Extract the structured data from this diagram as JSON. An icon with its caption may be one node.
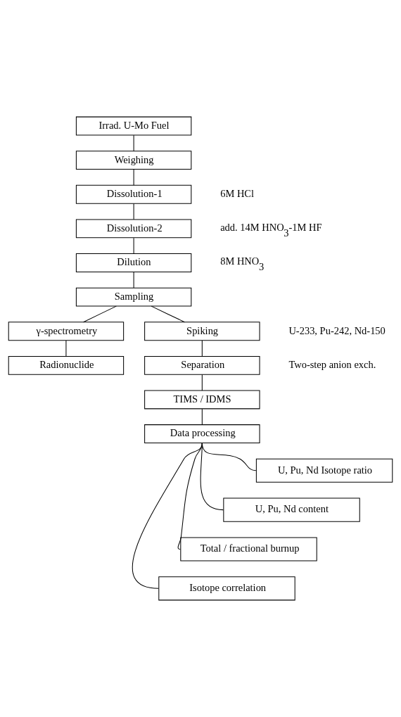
{
  "diagram": {
    "nodes": [
      {
        "text": [
          "Irrad. U-Mo Fuel"
        ]
      },
      {
        "text": [
          "Weighing"
        ]
      },
      {
        "text": [
          "Dissolution-1"
        ],
        "beside": [
          "6M HCl"
        ]
      },
      {
        "text": [
          "Dissolution-2"
        ],
        "beside": [
          "add. 14M HNO$_{3}$-1M HF"
        ]
      },
      {
        "text": [
          "Dilution"
        ],
        "beside": [
          "8M HNO$_{3}$"
        ]
      },
      {
        "text": [
          "Sampling"
        ]
      },
      {
        "text": [
          "γ-spectrometry"
        ]
      },
      {
        "text": [
          "Radionuclide"
        ]
      },
      {
        "text": [
          "Spiking"
        ],
        "beside": [
          "U-233, Pu-242, Nd-150"
        ]
      },
      {
        "text": [
          "Separation"
        ],
        "beside": [
          "Two-step anion exch."
        ]
      },
      {
        "text": [
          "TIMS / IDMS"
        ]
      },
      {
        "text": [
          "Data processing"
        ]
      },
      {
        "text": [
          "U, Pu, Nd Isotope ratio"
        ]
      },
      {
        "text": [
          "U, Pu, Nd content"
        ]
      },
      {
        "text": [
          "Total / fractional burnup"
        ]
      },
      {
        "text": [
          "Isotope correlation"
        ]
      }
    ],
    "edges": [
      {
        "from": 0,
        "to": 1,
        "arrow": "none"
      },
      {
        "from": 1,
        "to": 2,
        "arrow": "none"
      },
      {
        "from": 2,
        "to": 3,
        "arrow": "none"
      },
      {
        "from": 3,
        "to": 4,
        "arrow": "none"
      },
      {
        "from": 4,
        "to": 5,
        "arrow": "none"
      },
      {
        "from": 5,
        "to": 6,
        "arrow": "none"
      },
      {
        "from": 6,
        "to": 7,
        "arrow": "none"
      },
      {
        "from": 5,
        "to": 8,
        "arrow": "none"
      },
      {
        "from": 8,
        "to": 9,
        "arrow": "none"
      },
      {
        "from": 9,
        "to": 10,
        "arrow": "none"
      },
      {
        "from": 10,
        "to": 11,
        "arrow": "none"
      },
      {
        "from": 11,
        "to": 12,
        "arrow": "none"
      },
      {
        "from": 11,
        "to": 13,
        "arrow": "none"
      },
      {
        "from": 11,
        "to": 14,
        "arrow": "none"
      },
      {
        "from": 11,
        "to": 15,
        "arrow": "none"
      }
    ]
  }
}
